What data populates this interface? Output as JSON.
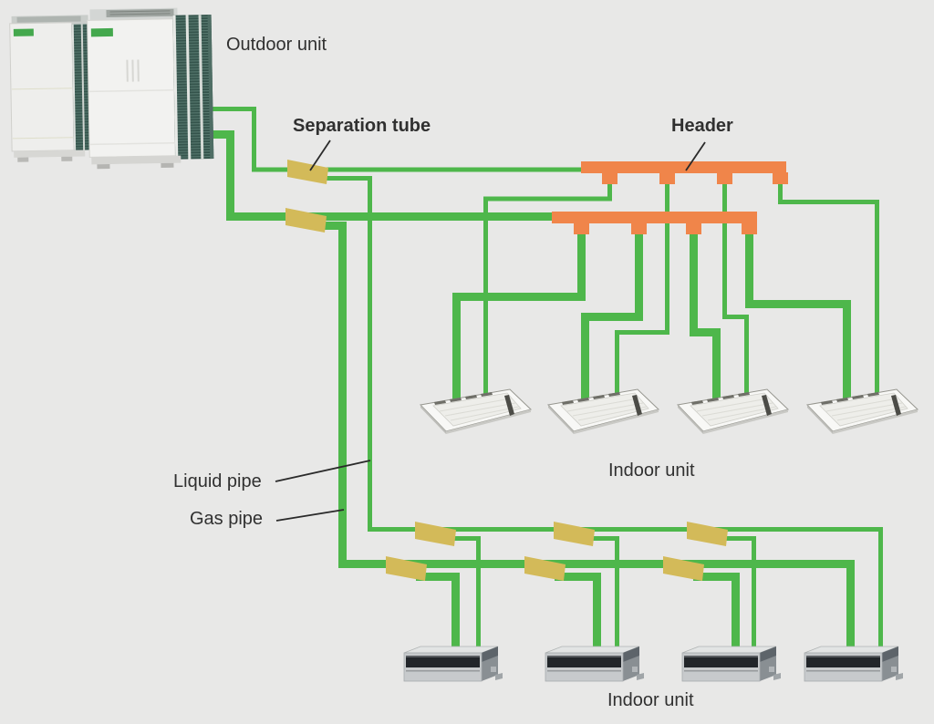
{
  "labels": {
    "outdoor_unit": "Outdoor unit",
    "separation_tube": "Separation tube",
    "header": "Header",
    "liquid_pipe": "Liquid pipe",
    "gas_pipe": "Gas pipe",
    "indoor_unit_cassette": "Indoor unit",
    "indoor_unit_duct": "Indoor unit"
  },
  "colors": {
    "background": "#e8e8e7",
    "pipe_green": "#4eb74b",
    "header_orange": "#f0854a",
    "separation_tube_tan": "#d3ba59",
    "text": "#303030",
    "callout": "#2a2a2a"
  },
  "components": {
    "outdoor_unit_modules": 2,
    "separation_tube_count": 8,
    "header_count": 2,
    "cassette_indoor_unit_count": 4,
    "duct_indoor_unit_count": 4
  }
}
